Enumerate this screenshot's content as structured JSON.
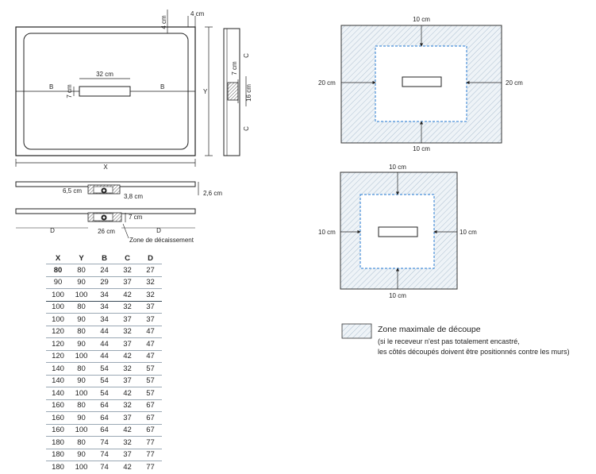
{
  "top_view": {
    "dim_top": "4 cm",
    "dim_right": "4 cm",
    "drain_width": "32 cm",
    "drain_height": "7 cm",
    "label_b": "B",
    "label_x": "X",
    "label_y": "Y"
  },
  "side_view": {
    "label_c": "C",
    "drain_height": "7 cm",
    "drain_depth": "16 cm"
  },
  "section_1": {
    "dim_offset": "6,5 cm",
    "dim_depth": "3,8 cm",
    "dim_thickness": "2,6 cm"
  },
  "section_2": {
    "dim_height": "7 cm",
    "dim_width": "26 cm",
    "label_d": "D",
    "zone_label": "Zone de décaissement"
  },
  "cut_rect": {
    "top": "10 cm",
    "bottom": "10 cm",
    "left": "20 cm",
    "right": "20 cm"
  },
  "cut_square": {
    "top": "10 cm",
    "bottom": "10 cm",
    "left": "10 cm",
    "right": "10 cm"
  },
  "legend": {
    "title": "Zone maximale de découpe",
    "line1": "(si le receveur n'est pas totalement encastré,",
    "line2": "les côtés découpés doivent être positionnés contre les murs)"
  },
  "table": {
    "headers": [
      "X",
      "Y",
      "B",
      "C",
      "D"
    ],
    "rows": [
      [
        "80",
        "80",
        "24",
        "32",
        "27"
      ],
      [
        "90",
        "90",
        "29",
        "37",
        "32"
      ],
      [
        "100",
        "100",
        "34",
        "42",
        "32"
      ],
      [
        "100",
        "80",
        "34",
        "32",
        "37"
      ],
      [
        "100",
        "90",
        "34",
        "37",
        "37"
      ],
      [
        "120",
        "80",
        "44",
        "32",
        "47"
      ],
      [
        "120",
        "90",
        "44",
        "37",
        "47"
      ],
      [
        "120",
        "100",
        "44",
        "42",
        "47"
      ],
      [
        "140",
        "80",
        "54",
        "32",
        "57"
      ],
      [
        "140",
        "90",
        "54",
        "37",
        "57"
      ],
      [
        "140",
        "100",
        "54",
        "42",
        "57"
      ],
      [
        "160",
        "80",
        "64",
        "32",
        "67"
      ],
      [
        "160",
        "90",
        "64",
        "37",
        "67"
      ],
      [
        "160",
        "100",
        "64",
        "42",
        "67"
      ],
      [
        "180",
        "80",
        "74",
        "32",
        "77"
      ],
      [
        "180",
        "90",
        "74",
        "37",
        "77"
      ],
      [
        "180",
        "100",
        "74",
        "42",
        "77"
      ]
    ]
  }
}
